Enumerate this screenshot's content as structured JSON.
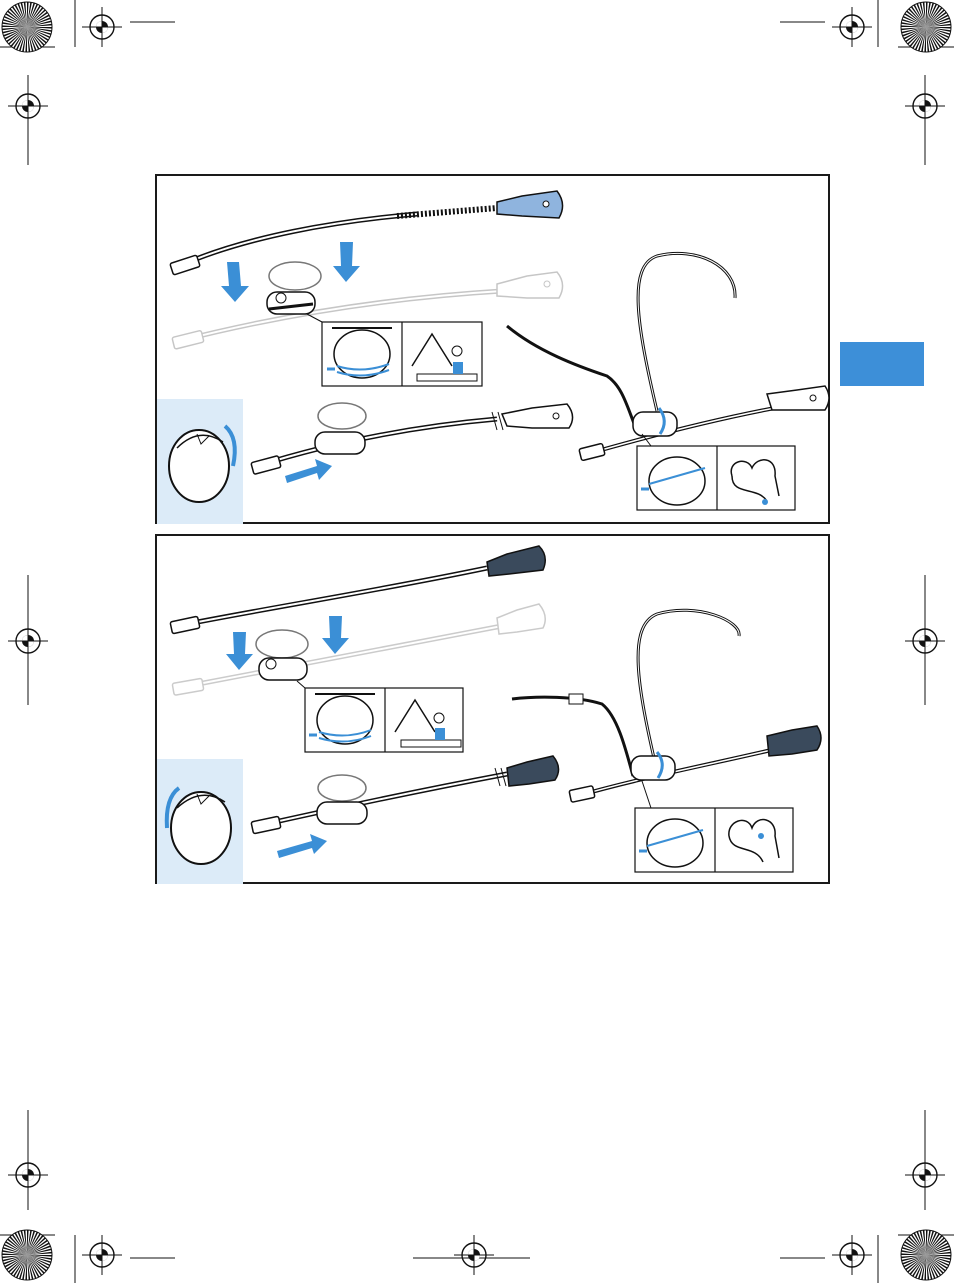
{
  "document": {
    "type": "instruction-manual-page",
    "colors": {
      "accent_blue": "#3b8fd6",
      "light_blue_bg": "#dcebf8",
      "mic_blue": "#8fb4de",
      "thumb_tab": "#3d8fd8",
      "ink": "#1a1a1a",
      "ghost": "#c8c8c8"
    },
    "panels": [
      {
        "name": "panel-top",
        "steps": [
          "insert-cable-into-clip",
          "slide-clip-along-cable",
          "attach-ear-hook-right"
        ],
        "head_side": "right",
        "mic_head_style": "blue-tip"
      },
      {
        "name": "panel-bottom",
        "steps": [
          "insert-cable-into-clip",
          "slide-clip-along-cable",
          "attach-ear-hook-left"
        ],
        "head_side": "left",
        "mic_head_style": "dark-tip"
      }
    ],
    "icons": [
      "registration-mark-icon",
      "starburst-icon",
      "down-arrow-icon",
      "right-arrow-icon",
      "head-icon",
      "rotation-arrow-icon",
      "microphone-icon",
      "ear-hook-icon",
      "clip-detail-icon"
    ]
  }
}
